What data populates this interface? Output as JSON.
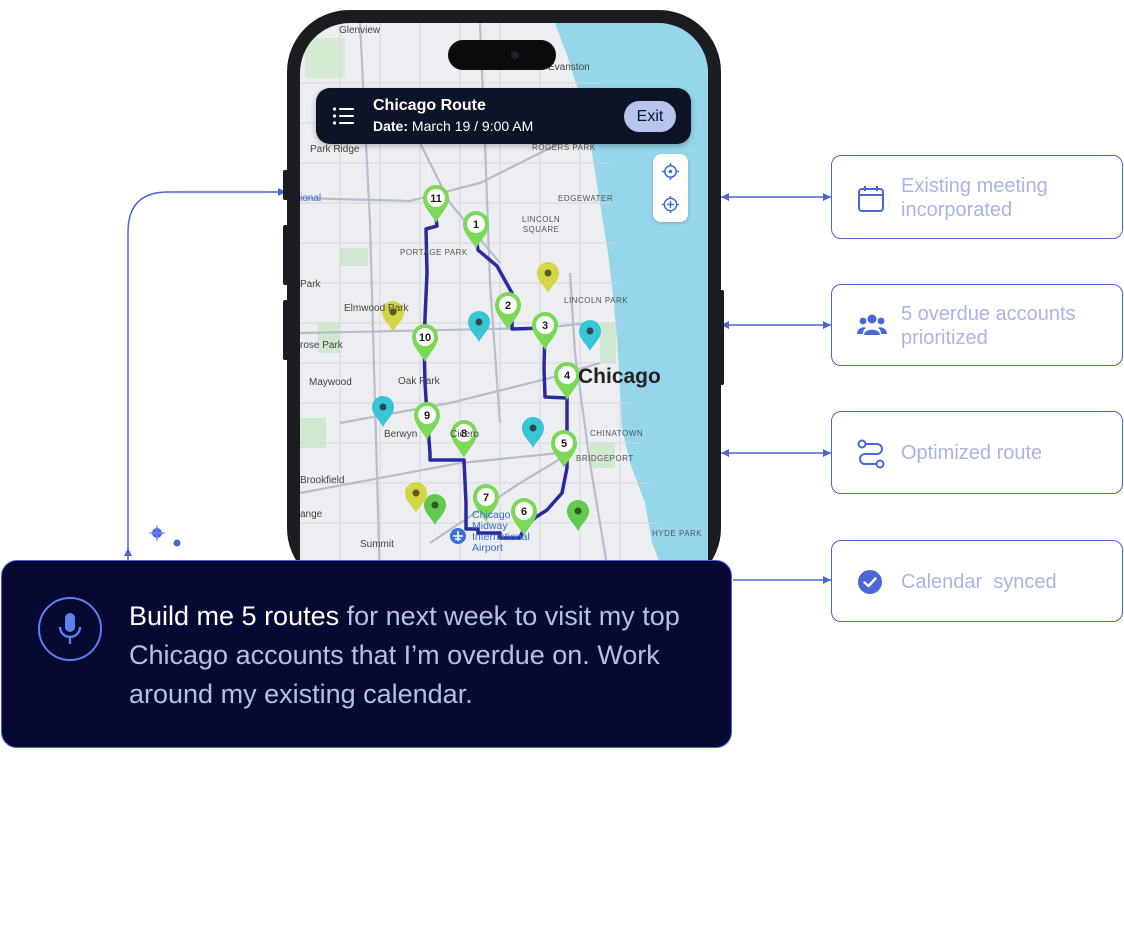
{
  "route_header": {
    "title": "Chicago Route",
    "date_label": "Date:",
    "date_value": "March 19 / 9:00 AM",
    "exit_label": "Exit"
  },
  "map": {
    "labels": {
      "glenview": "Glenview",
      "evanston": "Evanston",
      "park_ridge": "Park Ridge",
      "rogers_park": "ROGERS PARK",
      "international": "ional",
      "edgewater": "EDGEWATER",
      "lincoln_square": "LINCOLN\nSQUARE",
      "portage_park": "PORTAGE PARK",
      "park": "Park",
      "elmwood_park": "Elmwood Park",
      "lincoln_park": "LINCOLN PARK",
      "melrose_park": "rose Park",
      "maywood": "Maywood",
      "oak_park": "Oak Park",
      "chicago": "Chicago",
      "berwyn": "Berwyn",
      "cicero": "Cicero",
      "chinatown": "CHINATOWN",
      "bridgeport": "BRIDGEPORT",
      "brookfield": "Brookfield",
      "lagrange": "ange",
      "midway": "Chicago\nMidway\nInternational\nAirport",
      "summit": "Summit",
      "hyde_park": "HYDE PARK"
    },
    "route_stops": [
      "1",
      "2",
      "3",
      "4",
      "5",
      "6",
      "7",
      "8",
      "9",
      "10",
      "11"
    ],
    "colors": {
      "route": "#2a2a9e",
      "stop_pin": "#7cd957",
      "green_pin": "#63c94e",
      "teal_pin": "#38c6d6",
      "yellow_pin": "#d4d645",
      "water": "#96d6ea",
      "land": "#eceef1",
      "park": "#cfe8cf"
    }
  },
  "voice": {
    "highlight": "Build me 5 routes",
    "rest": " for next week to visit my top Chicago accounts that I’m overdue on. Work around my existing calendar."
  },
  "features": [
    {
      "text": "Existing meeting incorporated",
      "icon": "calendar-icon"
    },
    {
      "text": "5 overdue accounts prioritized",
      "icon": "people-icon"
    },
    {
      "text": "Optimized route",
      "icon": "route-icon"
    },
    {
      "text": "Calendar  synced",
      "icon": "check-circle-icon"
    }
  ],
  "colors": {
    "accent": "#4a67d6",
    "panel": "#060a33",
    "header": "#0e1428",
    "card_text": "#aab4e6"
  }
}
